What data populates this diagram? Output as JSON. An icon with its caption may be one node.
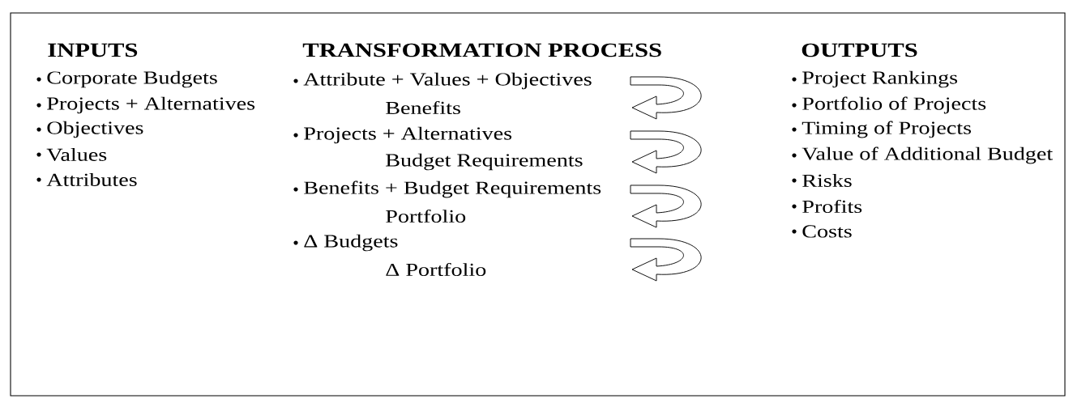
{
  "diagram": {
    "labels": [
      "INPUTS",
      "TRANSFORMATION PROCESS",
      "OUTPUTS",
      "Corporate Budgets",
      "Projects + Alternatives",
      "Objectives",
      "Values",
      "Attributes",
      "Attribute + Values + Objectives",
      "Benefits",
      "Projects + Alternatives",
      "Budget Requirements",
      "Benefits + Budget Requirements",
      "Portfolio",
      "Δ Budgets",
      "Δ Portfolio",
      "Project Rankings",
      "Portfolio of Projects",
      "Timing of Projects",
      "Value of Additional Budget",
      "Risks",
      "Profits",
      "Costs"
    ]
  }
}
